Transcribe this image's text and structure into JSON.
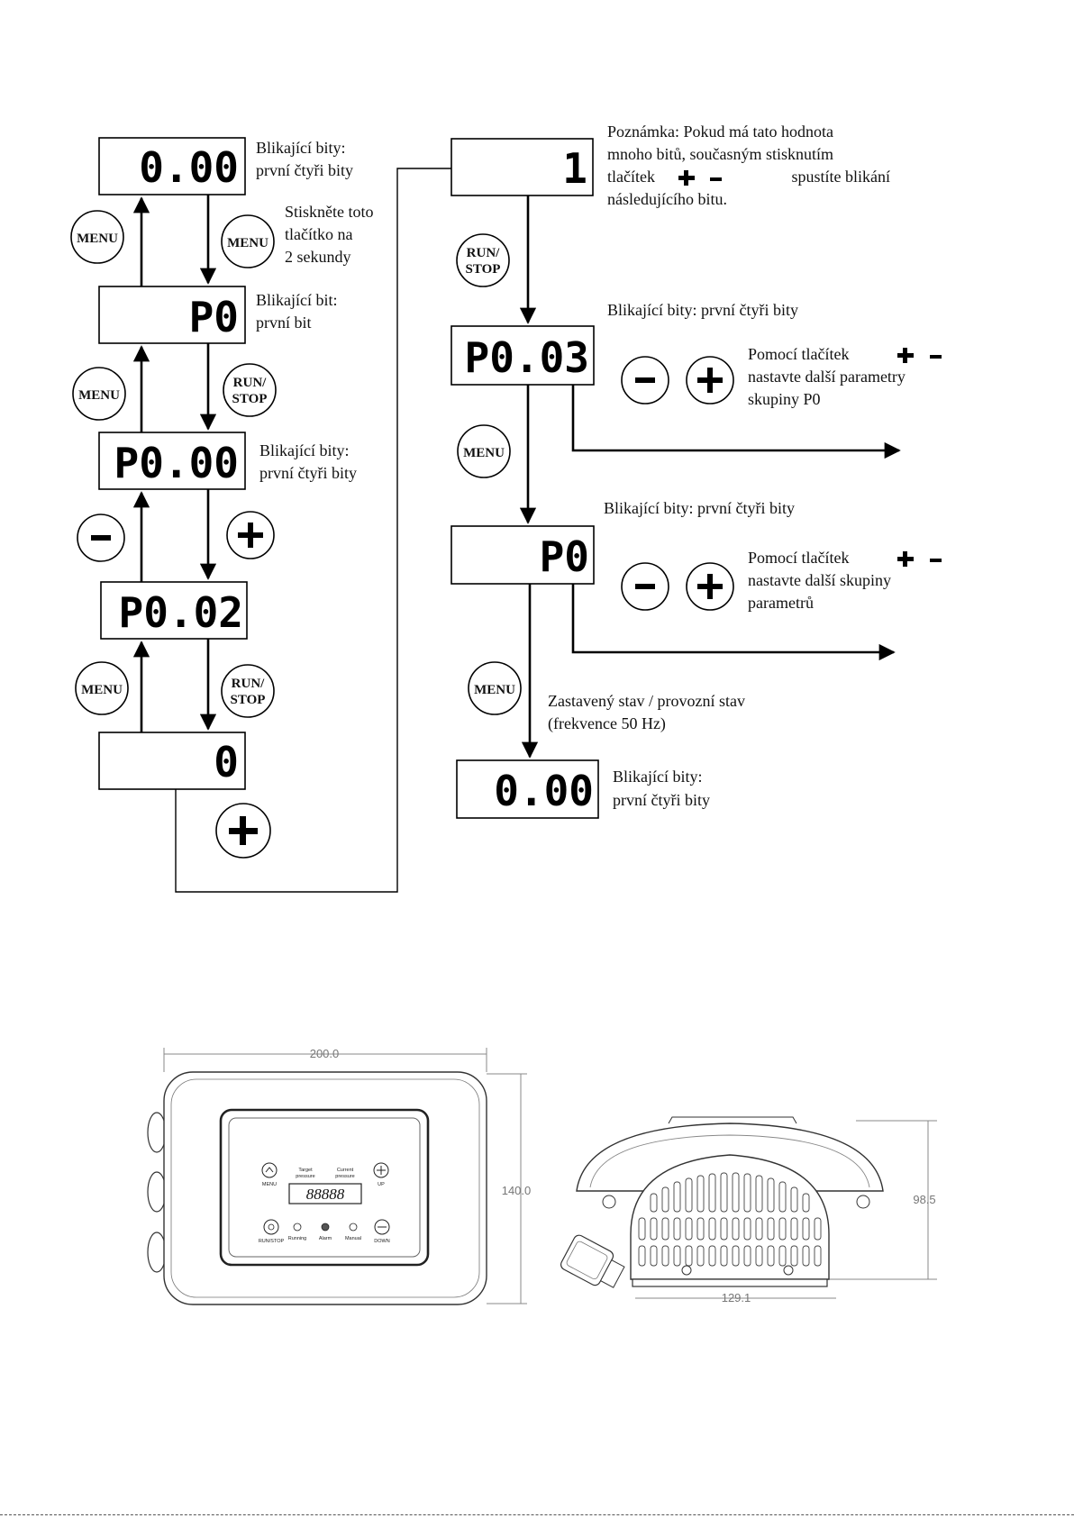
{
  "displays": {
    "d1": "0.00",
    "d2": "P0",
    "d3": "P0.00",
    "d4": "P0.02",
    "d5": "0",
    "d6": "1",
    "d7": "P0.03",
    "d8": "P0",
    "d9": "0.00"
  },
  "buttons": {
    "menu": "MENU",
    "run": "RUN/",
    "stop": "STOP",
    "minus": "-",
    "plus": "+"
  },
  "notes": {
    "n1": [
      "Blikající bity:",
      "první čtyři bity"
    ],
    "n2": [
      "Stiskněte toto",
      "tlačítko na",
      "2 sekundy"
    ],
    "n3": [
      "Blikající bit:",
      "první bit"
    ],
    "n4": [
      "Blikající bity:",
      "první čtyři bity"
    ],
    "poznamka": [
      "Poznámka: Pokud má tato hodnota",
      "mnoho bitů, současným stisknutím",
      "tlačítek",
      "spustíte blikání",
      "následujícího bitu."
    ],
    "n6": "Blikající bity: první čtyři bity",
    "n7": [
      "Pomocí tlačítek",
      "nastavte další parametry",
      "skupiny P0"
    ],
    "n8": "Blikající bity: první čtyři bity",
    "n9": [
      "Pomocí tlačítek",
      "nastavte další skupiny",
      "parametrů"
    ],
    "n10": [
      "Zastavený stav / provozní stav",
      "(frekvence 50 Hz)"
    ],
    "n11": [
      "Blikající bity:",
      "první čtyři bity"
    ]
  },
  "drawing": {
    "width_dim": "200.0",
    "height_dim": "140.0",
    "side_height_dim": "98.5",
    "side_width_dim": "129.1",
    "panel_labels": {
      "target": [
        "Target",
        "pressure"
      ],
      "current": [
        "Current",
        "pressure"
      ],
      "menu": "MENU",
      "up": "UP",
      "runstop": "RUN/STOP",
      "down": "DOWN",
      "running": "Running",
      "alarm": "Alarm",
      "manual": "Manual",
      "lcd": "88888"
    }
  }
}
